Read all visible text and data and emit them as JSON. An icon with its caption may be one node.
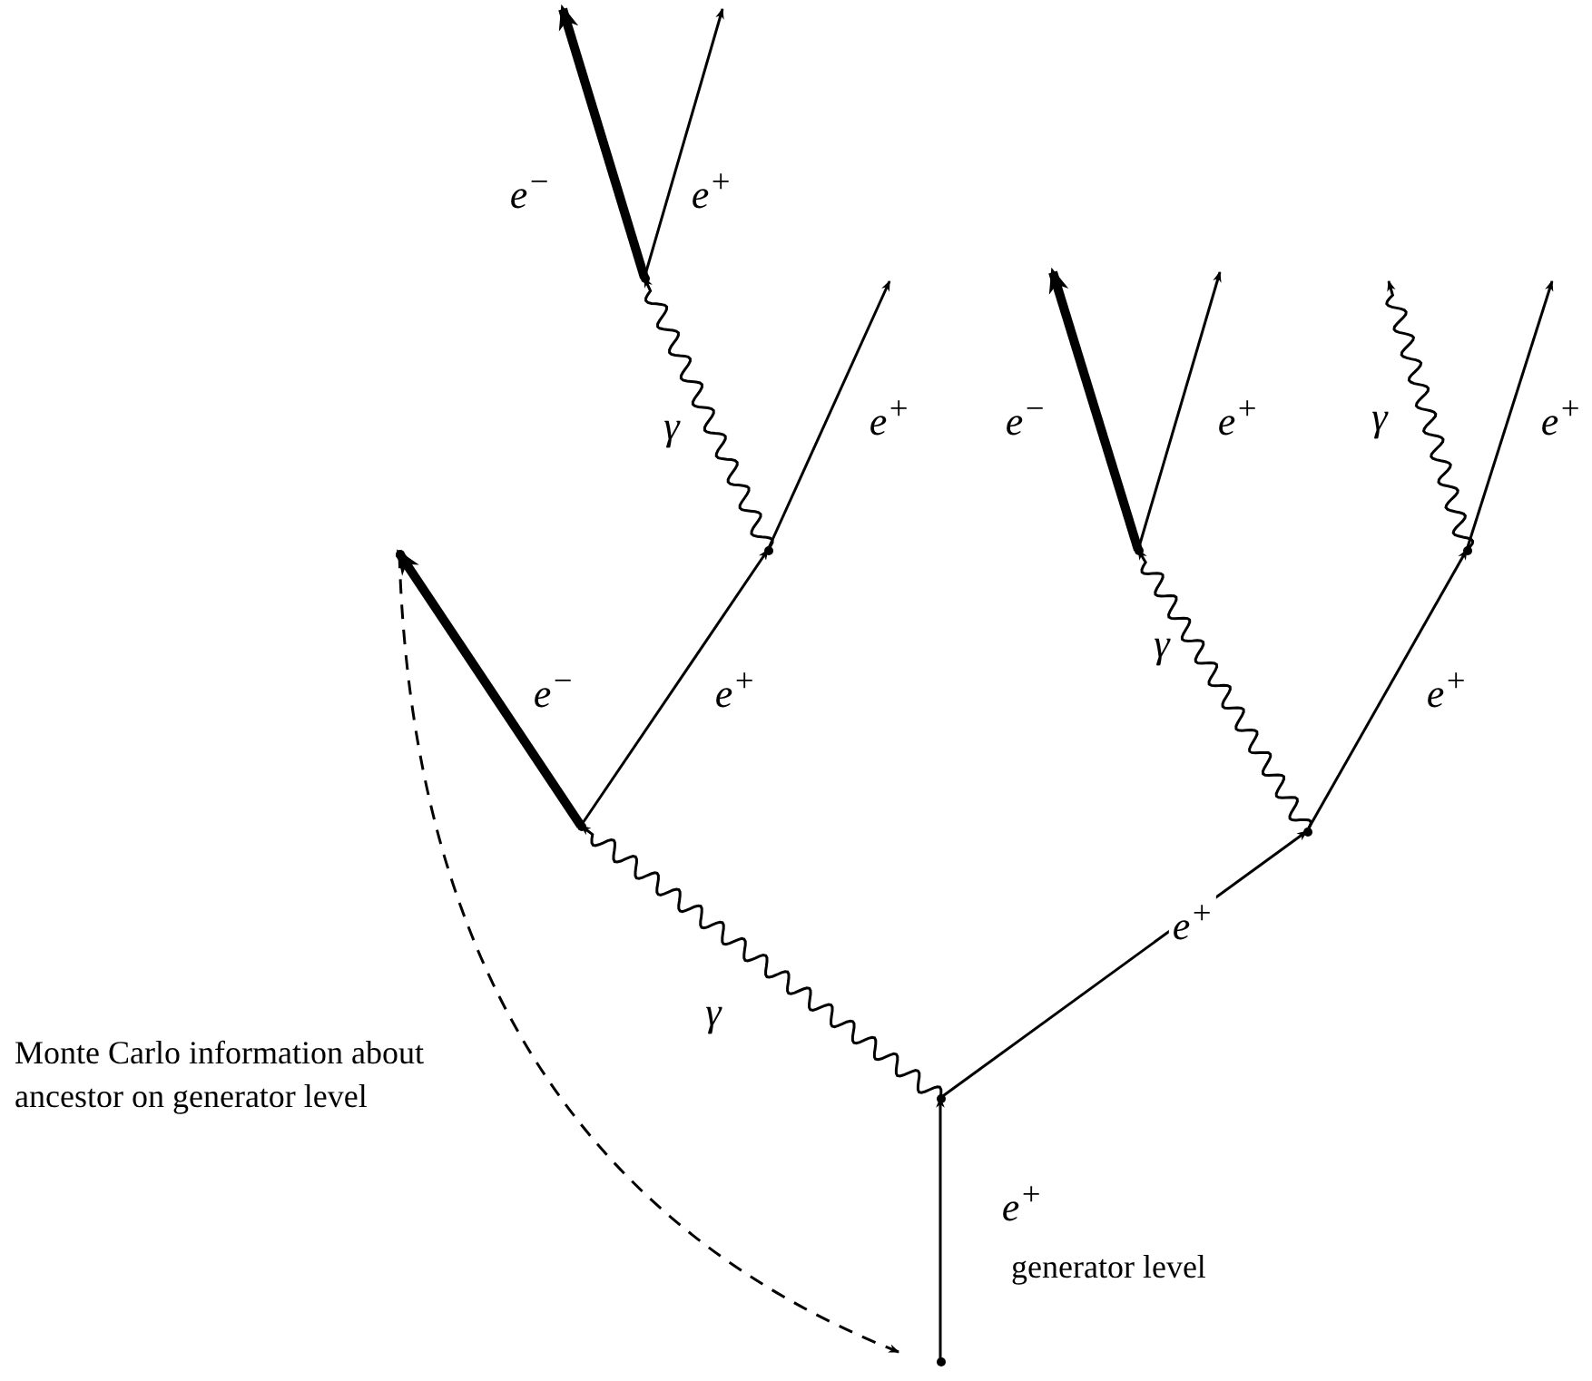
{
  "diagram": {
    "nodes": [
      {
        "text": [],
        "shape": "point"
      },
      {
        "text": [],
        "shape": "point"
      },
      {
        "text": [],
        "shape": "point"
      },
      {
        "text": [],
        "shape": "point"
      },
      {
        "text": [],
        "shape": "point"
      },
      {
        "text": [],
        "shape": "point"
      },
      {
        "text": [],
        "shape": "point"
      },
      {
        "text": [],
        "shape": "point"
      },
      {
        "text": [],
        "shape": "point"
      }
    ],
    "edges": [
      {
        "from": 0,
        "to": 1,
        "arrow": "to",
        "label": "e$^{+}$"
      },
      {
        "from": 1,
        "to": 2,
        "arrow": "to",
        "label": "γ"
      },
      {
        "from": 1,
        "to": 3,
        "arrow": "to",
        "label": "e$^{+}$"
      },
      {
        "from": 2,
        "to": 8,
        "arrow": "to",
        "label": "e$^{−}$",
        "style": "thick"
      },
      {
        "from": 2,
        "to": 4,
        "arrow": "to",
        "label": "e$^{+}$"
      },
      {
        "from": 4,
        "to": 5,
        "arrow": "to",
        "label": "γ"
      },
      {
        "from": 4,
        "to": null,
        "arrow": "to",
        "label": "e$^{+}$"
      },
      {
        "from": 5,
        "to": null,
        "arrow": "to",
        "label": "e$^{−}$",
        "style": "thick"
      },
      {
        "from": 5,
        "to": null,
        "arrow": "to",
        "label": "e$^{+}$"
      },
      {
        "from": 3,
        "to": 6,
        "arrow": "to",
        "label": "γ"
      },
      {
        "from": 3,
        "to": 7,
        "arrow": "to",
        "label": "e$^{+}$"
      },
      {
        "from": 6,
        "to": null,
        "arrow": "to",
        "label": "e$^{−}$",
        "style": "thick"
      },
      {
        "from": 6,
        "to": null,
        "arrow": "to",
        "label": "e$^{+}$"
      },
      {
        "from": 7,
        "to": null,
        "arrow": "to",
        "label": "γ"
      },
      {
        "from": 7,
        "to": null,
        "arrow": "to",
        "label": "e$^{+}$"
      },
      {
        "from": 8,
        "to": 0,
        "arrow": "to",
        "style": "dashed"
      }
    ],
    "labels": [
      "Monte Carlo information about ancestor on generator level",
      "generator level"
    ]
  }
}
